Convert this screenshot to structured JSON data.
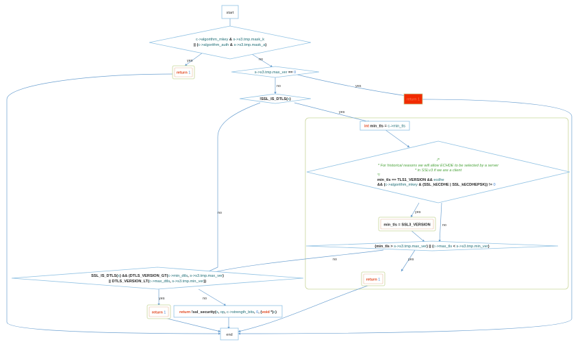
{
  "nodes": {
    "start": "start",
    "end": "end",
    "d1": {
      "line1": [
        "c->algorithm_mkey",
        " & ",
        "s->s3.tmp.mask_k"
      ],
      "line2": [
        "|| (",
        "c->algorithm_auth",
        " & ",
        "s->s3.tmp.mask_a",
        ")"
      ]
    },
    "ret1": [
      "return ",
      "1"
    ],
    "d2": [
      "s->s3.tmp.max_ver",
      " == ",
      "0"
    ],
    "ret2": [
      "return ",
      "1"
    ],
    "d3": [
      "!SSL_IS_DTLS(",
      "s",
      ")"
    ],
    "init": [
      "int",
      " min_tls = ",
      "c->min_tls"
    ],
    "d4": {
      "comment": [
        "/*",
        "* For historical reasons we will allow ECHDE to be selected by a server",
        "* in SSLv3 if we are a client",
        "*/"
      ],
      "line1": [
        "min_tls == ",
        "TLS1_VERSION",
        " && ",
        "ecdhe"
      ],
      "line2": [
        "&& (",
        "c->algorithm_mkey",
        " & (",
        "SSL_kECDHE",
        " | ",
        "SSL_kECDHEPSK",
        ")) != ",
        "0"
      ]
    },
    "assign": [
      "min_tls = ",
      "SSL3_VERSION"
    ],
    "d5": [
      "(min_tls > ",
      "s->s3.tmp.max_ver",
      ") || (",
      "c->max_tls",
      " < ",
      "s->s3.tmp.min_ver",
      ")"
    ],
    "ret3": [
      "return ",
      "1"
    ],
    "d6": {
      "line1": [
        "SSL_IS_DTLS(",
        "s",
        ") && (",
        "DTLS_VERSION_GT(",
        "c->min_dtls",
        ", ",
        "s->s3.tmp.max_ver",
        ")"
      ],
      "line2": [
        "|| ",
        "DTLS_VERSION_LT(",
        "c->max_dtls",
        ", ",
        "s->s3.tmp.min_ver",
        "))"
      ]
    },
    "ret4": [
      "return ",
      "1"
    ],
    "ret5": [
      "return ",
      "!ssl_security(",
      "s",
      ", ",
      "op",
      ", ",
      "c->strength_bits",
      ", ",
      "0",
      ", (",
      "void",
      " *)",
      "c",
      ")"
    ]
  },
  "edges": {
    "yes": "yes",
    "no": "no"
  },
  "colors": {
    "box_stroke": "#8fc1e3",
    "edge": "#6a9fd0",
    "group_stroke": "#c9d69a",
    "return_stroke": "#c9d69a",
    "error_fill": "#f12a00"
  }
}
